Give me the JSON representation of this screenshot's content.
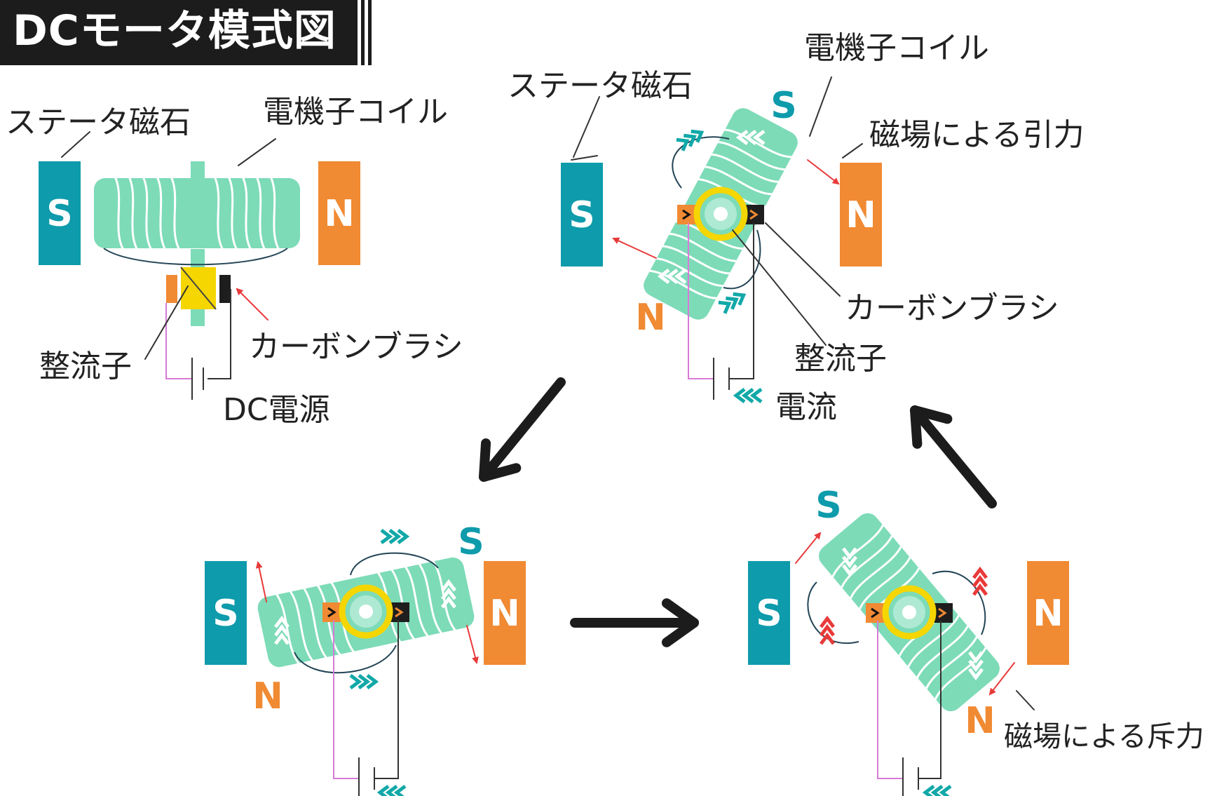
{
  "title": "DCモータ模式図",
  "labels": {
    "stator_magnet": "ステータ磁石",
    "armature_coil": "電機子コイル",
    "commutator": "整流子",
    "carbon_brush": "カーボンブラシ",
    "dc_power": "DC電源",
    "magnetic_attraction": "磁場による引力",
    "current": "電流",
    "magnetic_repulsion": "磁場による斥力"
  },
  "poles": {
    "s": "S",
    "n": "N"
  },
  "colors": {
    "title_bg": "#1c1c1c",
    "teal_magnet": "#0e9bab",
    "orange_magnet": "#f08a33",
    "coil_green": "#7ddbb8",
    "commutator_yellow": "#f5d600",
    "brush_black": "#1e1e1e",
    "attraction_arrow": "#e83a3a",
    "current_chevron": "#12a8a8",
    "wire_pink": "#d77ad7",
    "wire_dark": "#333333"
  },
  "icons": {
    "cycle_arrows": "arrow-icon",
    "current_marks": "chevron-icon"
  }
}
